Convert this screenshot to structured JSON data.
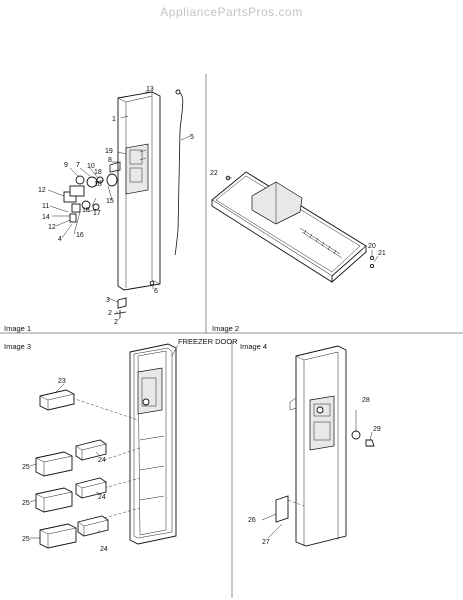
{
  "watermark": "AppliancePartsPros.com",
  "sections": {
    "image1": "Image 1",
    "image2": "Image 2",
    "image3": "Image 3",
    "image4": "Image 4"
  },
  "callouts": {
    "freezer_door": "FREEZER DOOR"
  },
  "image1_labels": {
    "l13": "13",
    "l1": "1",
    "l5": "5",
    "l19": "19",
    "l8": "8",
    "l9": "9",
    "l7": "7",
    "l10": "10",
    "l18a": "18",
    "l18b": "18",
    "l12a": "12",
    "l11": "11",
    "l14": "14",
    "l12b": "12",
    "l4": "4",
    "l16": "16",
    "l15": "15",
    "l18c": "18",
    "l17": "17",
    "l6": "6",
    "l3": "3",
    "l2a": "2",
    "l2b": "2"
  },
  "image2_labels": {
    "l22": "22",
    "l20": "20",
    "l21": "21"
  },
  "image3_labels": {
    "l23": "23",
    "l25a": "25",
    "l24a": "24",
    "l25b": "25",
    "l24b": "24",
    "l25c": "25",
    "l24c": "24"
  },
  "image4_labels": {
    "l28": "28",
    "l29": "29",
    "l26": "26",
    "l27": "27"
  }
}
